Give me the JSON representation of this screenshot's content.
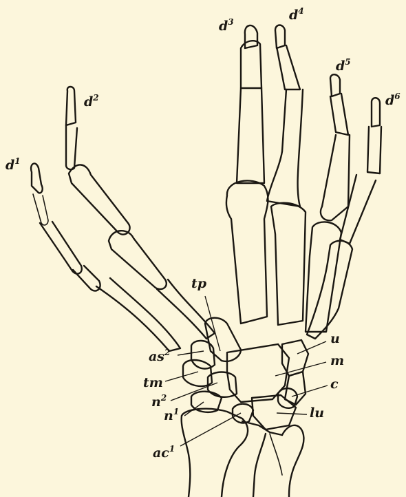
{
  "colors": {
    "paper": "#fcf6dc",
    "ink": "#1a1712"
  },
  "labels": {
    "d1": {
      "base": "d",
      "sup": "1"
    },
    "d2": {
      "base": "d",
      "sup": "2"
    },
    "d3": {
      "base": "d",
      "sup": "3"
    },
    "d4": {
      "base": "d",
      "sup": "4"
    },
    "d5": {
      "base": "d",
      "sup": "5"
    },
    "d6": {
      "base": "d",
      "sup": "6"
    },
    "tp": "tp",
    "as2": {
      "base": "as",
      "sup": "2"
    },
    "tm": "tm",
    "n2": {
      "base": "n",
      "sup": "2"
    },
    "n1": {
      "base": "n",
      "sup": "1"
    },
    "ac1": {
      "base": "ac",
      "sup": "1"
    },
    "u": "u",
    "m": "m",
    "c": "c",
    "lu": "lu"
  }
}
